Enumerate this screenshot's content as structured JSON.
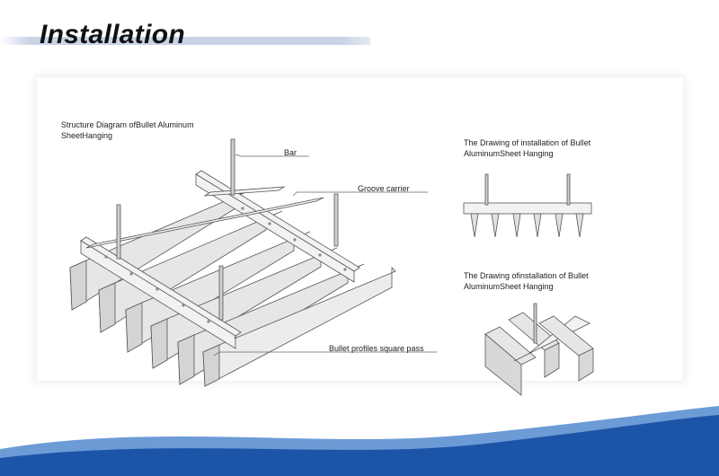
{
  "page": {
    "title": "Installation"
  },
  "diagrams": {
    "main": {
      "title_line1": "Structure Diagram ofBullet Aluminum",
      "title_line2": "SheetHanging",
      "callouts": {
        "bar": "Bar",
        "groove_carrier": "Groove carrier",
        "profiles": "Bullet profiles square pass"
      }
    },
    "side_view": {
      "title_line1": "The Drawing of installation of Bullet",
      "title_line2": "AluminumSheet Hanging"
    },
    "detail_view": {
      "title_line1": "The Drawing ofinstallation of Bullet",
      "title_line2": "AluminumSheet Hanging"
    }
  },
  "colors": {
    "wave_dark": "#1c55a8",
    "wave_light": "#6d9bd6",
    "line": "#555555",
    "fill": "#e9e9e9"
  }
}
